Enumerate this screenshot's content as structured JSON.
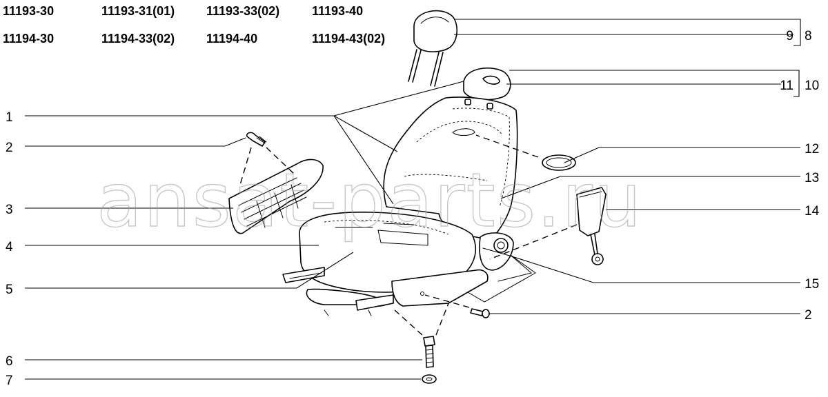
{
  "model_codes": {
    "row1": [
      "11193-30",
      "11193-31(01)",
      "11193-33(02)",
      "11193-40"
    ],
    "row2": [
      "11194-30",
      "11194-33(02)",
      "11194-40",
      "11194-43(02)"
    ]
  },
  "callouts": {
    "left": [
      "1",
      "2",
      "3",
      "4",
      "5",
      "6",
      "7"
    ],
    "right": {
      "n9": "9",
      "n8": "8",
      "n11": "11",
      "n10": "10",
      "n12": "12",
      "n13": "13",
      "n14": "14",
      "n15": "15",
      "n2": "2"
    }
  },
  "watermark": "ansat-parts.ru",
  "colors": {
    "line": "#000000",
    "background": "#ffffff",
    "watermark": "#9a9a9a"
  }
}
